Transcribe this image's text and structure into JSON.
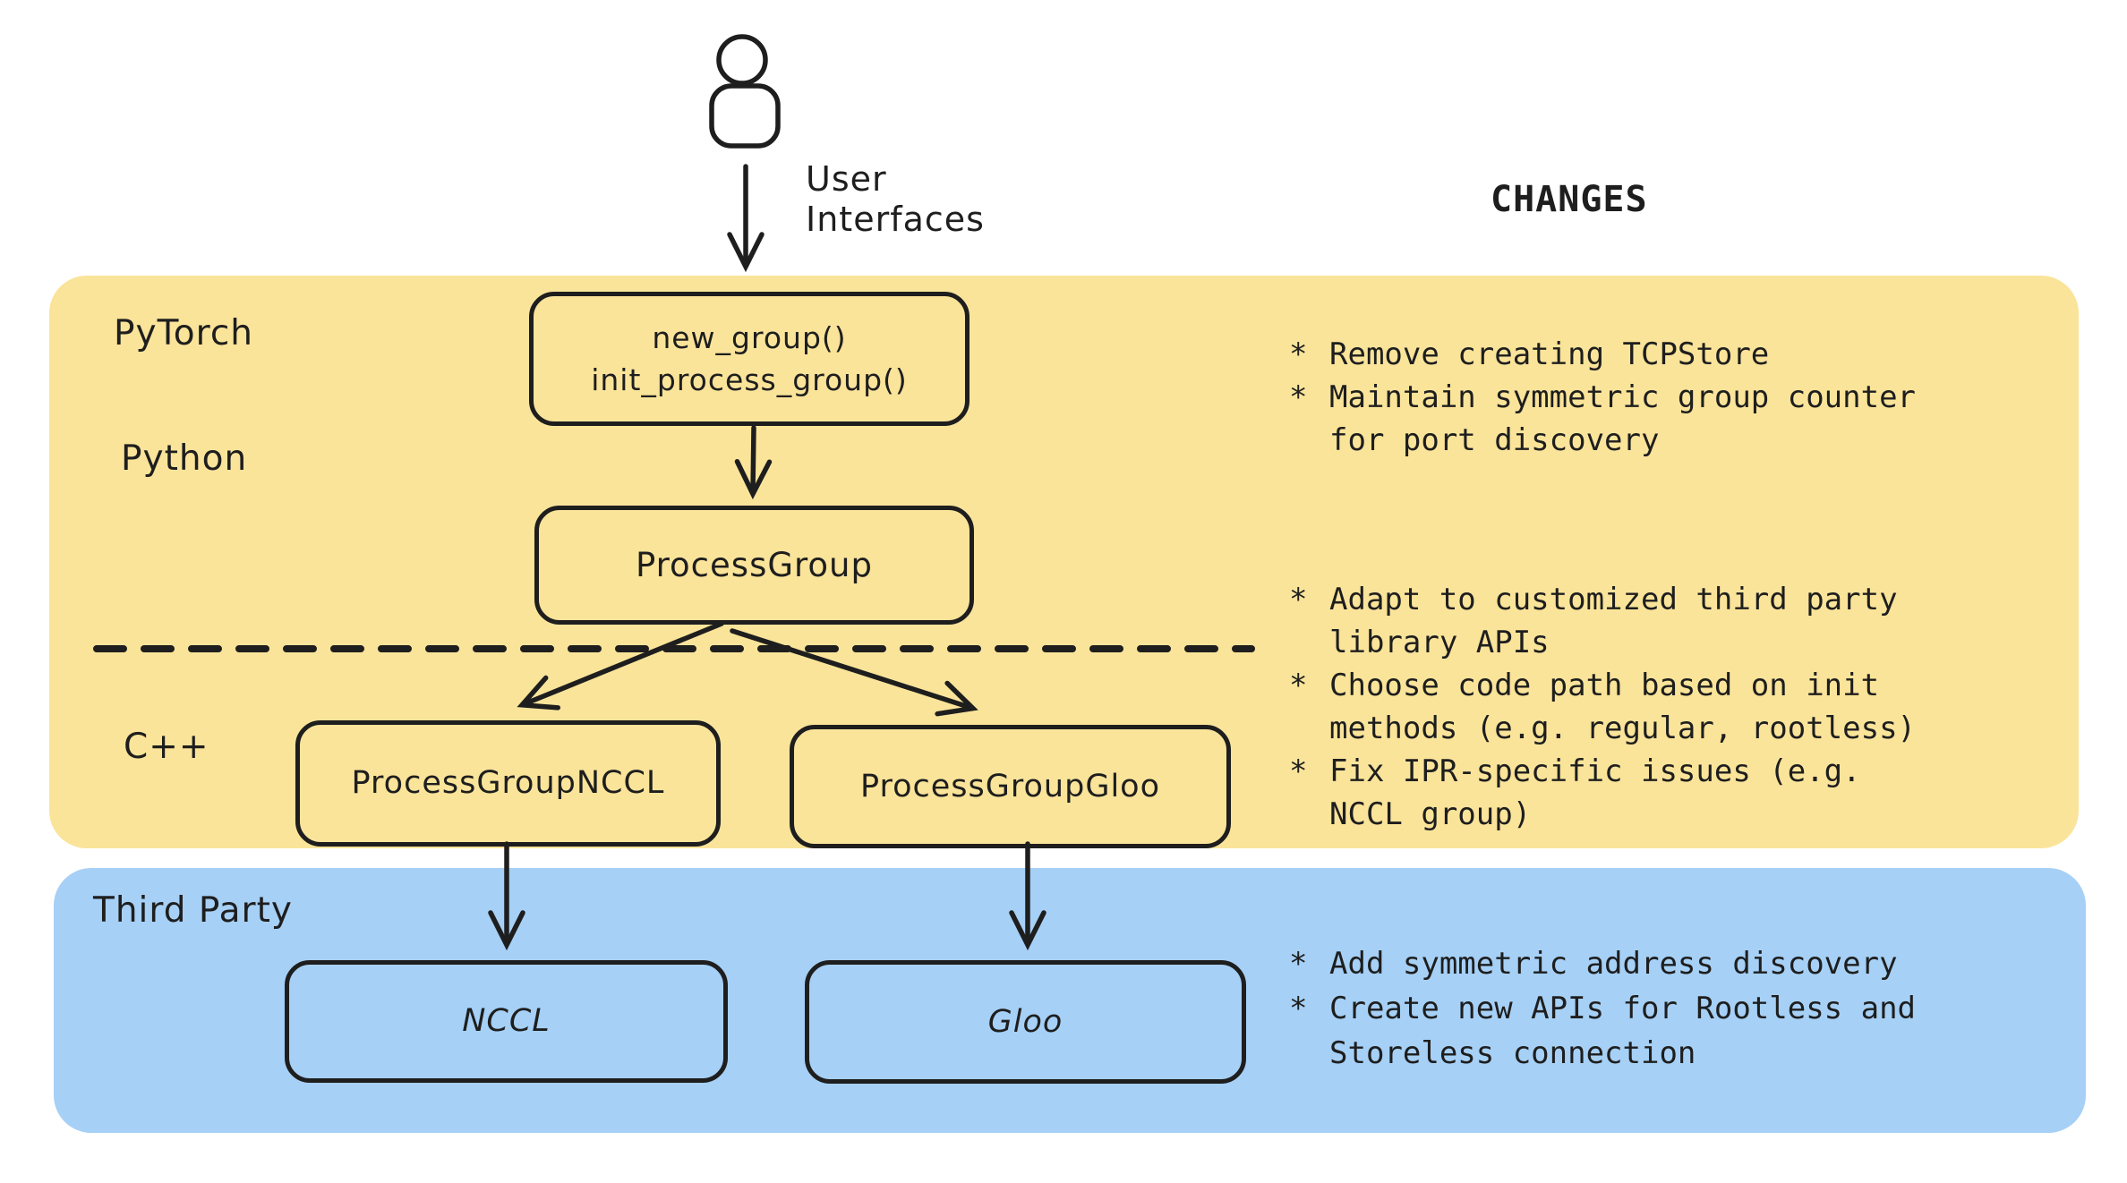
{
  "colors": {
    "ink": "#1e1e1e",
    "region_pytorch_yellow": "#FAE49A",
    "region_third_party_blue": "#A6D0F6",
    "canvas": "#ffffff"
  },
  "annotations": {
    "user_interfaces": "User\nInterfaces",
    "changes_title": "CHANGES",
    "bullet_marker": "*"
  },
  "regions": {
    "pytorch": {
      "layer_labels": {
        "pytorch": "PyTorch",
        "python": "Python",
        "cpp": "C++"
      },
      "nodes": {
        "user_api": "new_group()\ninit_process_group()",
        "process_group": "ProcessGroup",
        "process_group_nccl": "ProcessGroupNCCL",
        "process_group_gloo": "ProcessGroupGloo"
      },
      "changes_python": [
        "Remove creating TCPStore",
        "Maintain symmetric group counter\nfor port discovery"
      ],
      "changes_cpp": [
        "Adapt to customized third party\nlibrary APIs",
        "Choose code path based on init\nmethods (e.g. regular, rootless)",
        "Fix IPR-specific issues (e.g.\nNCCL group)"
      ]
    },
    "third_party": {
      "label": "Third Party",
      "nodes": {
        "nccl": "NCCL",
        "gloo": "Gloo"
      },
      "changes": [
        "Add symmetric address discovery",
        "Create new APIs for Rootless and\nStoreless connection"
      ]
    }
  }
}
